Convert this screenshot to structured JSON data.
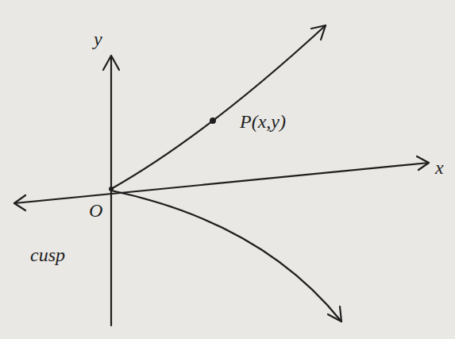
{
  "diagram": {
    "labels": [
      "y",
      "P(x,y)",
      "x",
      "O",
      "cusp"
    ]
  }
}
